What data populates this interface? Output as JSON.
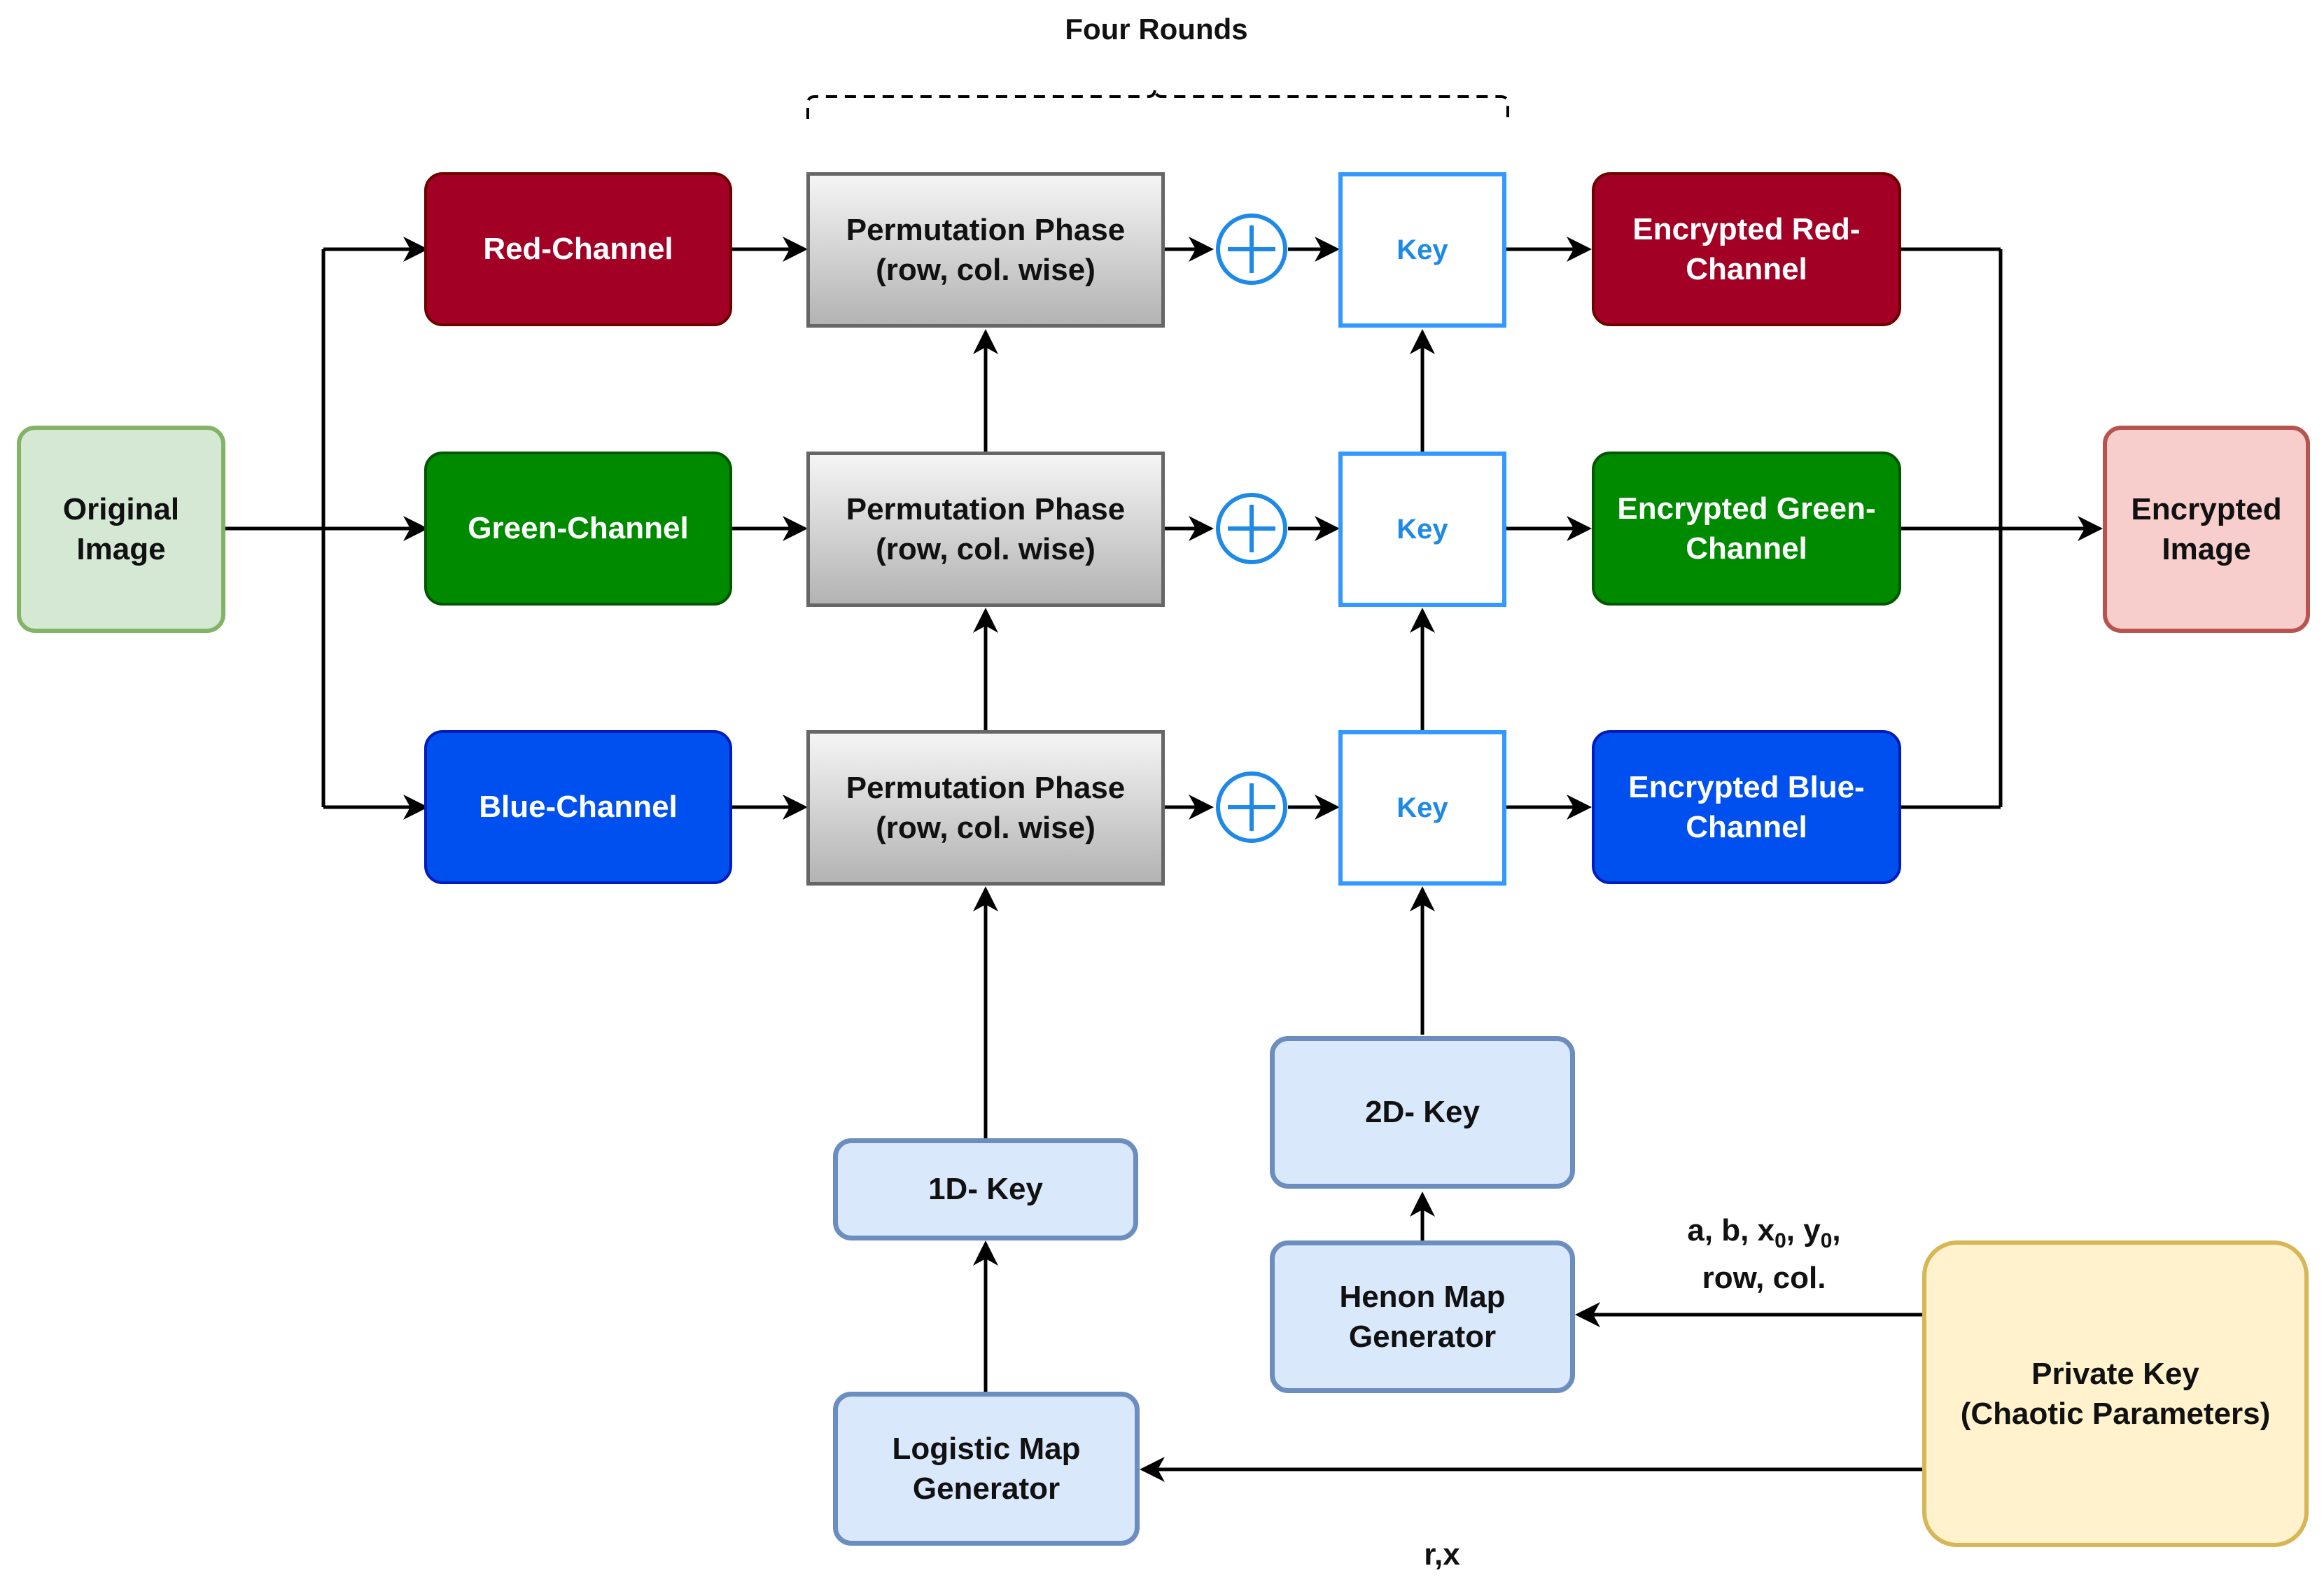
{
  "title": "Four Rounds",
  "nodes": {
    "original_image": "Original\nImage",
    "red_channel": "Red-Channel",
    "green_channel": "Green-Channel",
    "blue_channel": "Blue-Channel",
    "permutation": "Permutation Phase\n(row, col. wise)",
    "key": "Key",
    "encrypted_red": "Encrypted Red-\nChannel",
    "encrypted_green": "Encrypted Green-\nChannel",
    "encrypted_blue": "Encrypted Blue-\nChannel",
    "encrypted_image": "Encrypted\nImage",
    "key_1d": "1D- Key",
    "key_2d": "2D- Key",
    "henon": "Henon Map\nGenerator",
    "logistic": "Logistic Map\nGenerator",
    "private_key": "Private Key\n(Chaotic Parameters)"
  },
  "edge_labels": {
    "henon_params_line1_prefix": "a, b, x",
    "henon_params_sub_x": "0",
    "henon_params_comma": ", y",
    "henon_params_sub_y": "0",
    "henon_params_suffix": ",",
    "henon_params_line2": "row, col.",
    "logistic_params": "r,x"
  },
  "colors": {
    "red_channel": "#a20025",
    "green_channel": "#008a00",
    "blue_channel": "#0050ef",
    "key_stroke": "#3399ff",
    "xor_stroke": "#1e8ae6",
    "generator_fill": "#dae8fc",
    "private_key_fill": "#fff2cc",
    "original_fill": "#d5e8d4",
    "encrypted_fill": "#f8cecc"
  }
}
